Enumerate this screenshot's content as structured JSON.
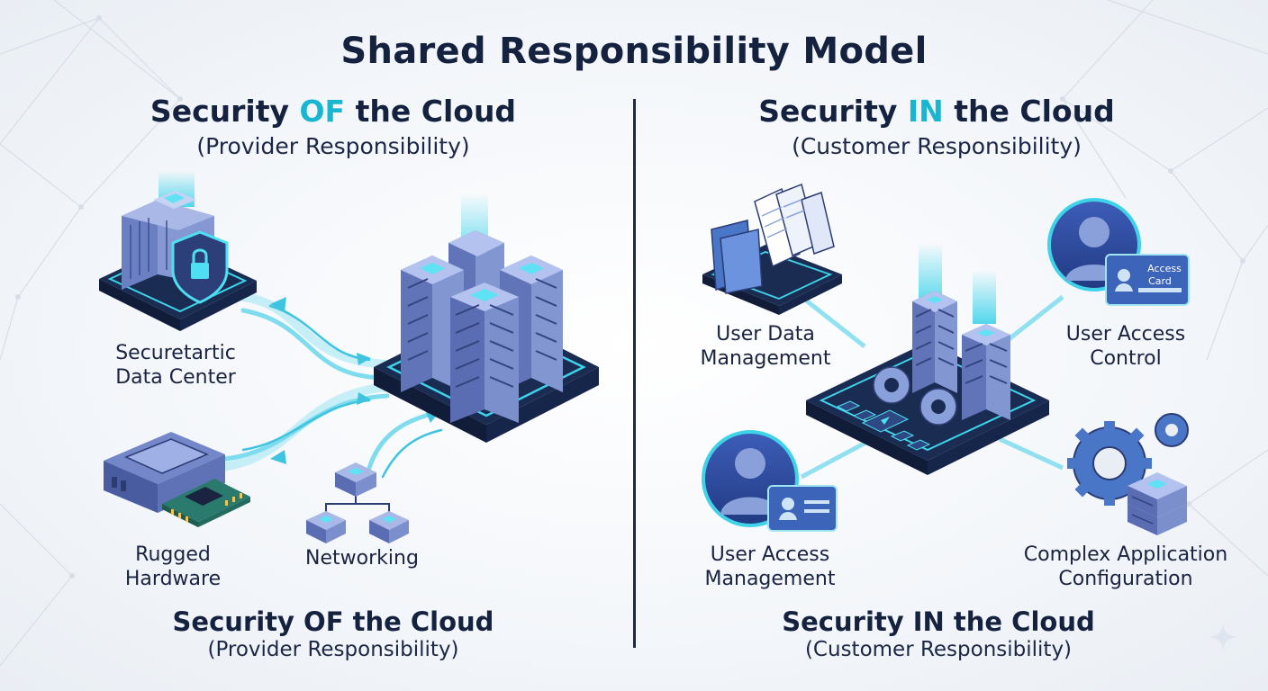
{
  "title": "Shared Responsibility Model",
  "left": {
    "heading_pre": "Security ",
    "heading_hl": "OF",
    "heading_post": " the Cloud",
    "subheading": "(Provider Responsibility)",
    "items": [
      {
        "line1": "Securetartic",
        "line2": "Data Center",
        "icon": "secure-data-center-icon"
      },
      {
        "line1": "Rugged",
        "line2": "Hardware",
        "icon": "hardware-icon"
      },
      {
        "line1": "Networking",
        "icon": "networking-icon"
      }
    ],
    "footer_title": "Security OF the Cloud",
    "footer_sub": "(Provider Responsibility)"
  },
  "right": {
    "heading_pre": "Security ",
    "heading_hl": "IN",
    "heading_post": " the Cloud",
    "subheading": "(Customer Responsibility)",
    "items": [
      {
        "line1": "User Data",
        "line2": "Management",
        "icon": "folder-documents-icon"
      },
      {
        "line1": "User Access",
        "line2": "Control",
        "icon": "user-access-card-icon",
        "card_line1": "Access",
        "card_line2": "Card"
      },
      {
        "line1": "User Access",
        "line2": "Management",
        "icon": "user-id-card-icon"
      },
      {
        "line1": "Complex Application",
        "line2": "Configuration",
        "icon": "gears-servers-icon"
      }
    ],
    "footer_title": "Security IN the Cloud",
    "footer_sub": "(Customer Responsibility)"
  },
  "colors": {
    "navy": "#14213f",
    "accent": "#19b6d2",
    "server_blue": "#6f86c6",
    "platform": "#1b2c52"
  }
}
